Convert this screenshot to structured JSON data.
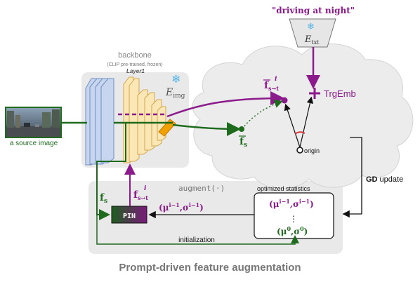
{
  "title": "Prompt-driven feature augmentation",
  "prompt": "\"driving at night\"",
  "backbone": {
    "label": "backbone",
    "sublabel": "(CLIP pre-trained, frozen)",
    "layer_label": "Layer1",
    "image_encoder": "E",
    "image_encoder_sub": "img"
  },
  "text_encoder": {
    "symbol": "E",
    "sub": "txt"
  },
  "source_image_label": "a source image",
  "trg_emb_label": "TrgEmb",
  "origin_label": "origin",
  "gd_update": {
    "bold": "GD",
    "rest": " update"
  },
  "augment_label": "augment(·)",
  "optimized_statistics_label": "optimized statistics",
  "stats_top": "(μ",
  "stats_top_sup": "i−1",
  "stats_comma": ",σ",
  "stats_close": ")",
  "stats_bottom": "(μ",
  "stats_bottom_sup": "0",
  "stats_dots": "⋮",
  "pin_label": "PIN",
  "pin_out_stats": "(μ",
  "pin_out_sup": "i−1",
  "initialization_label": "initialization",
  "f_s_label": "f",
  "f_s_sub": "s",
  "f_st_label": "f",
  "f_st_sub": "s→t",
  "f_st_sup": "i",
  "fbar_s_label": "f",
  "fbar_s_sub": "s",
  "fbar_st_label": "f",
  "fbar_st_sub": "s→t",
  "fbar_st_sup": "i",
  "colors": {
    "purple": "#8b1a8b",
    "green": "#1e6b1e",
    "black": "#111111",
    "grey_panel": "#e9e9e9",
    "cloud": "#ececec",
    "blue_layer": "#c7d6ee",
    "yellow_layer": "#fbe7b5",
    "orange": "#f0a000",
    "snow": "#5ab4e6"
  }
}
